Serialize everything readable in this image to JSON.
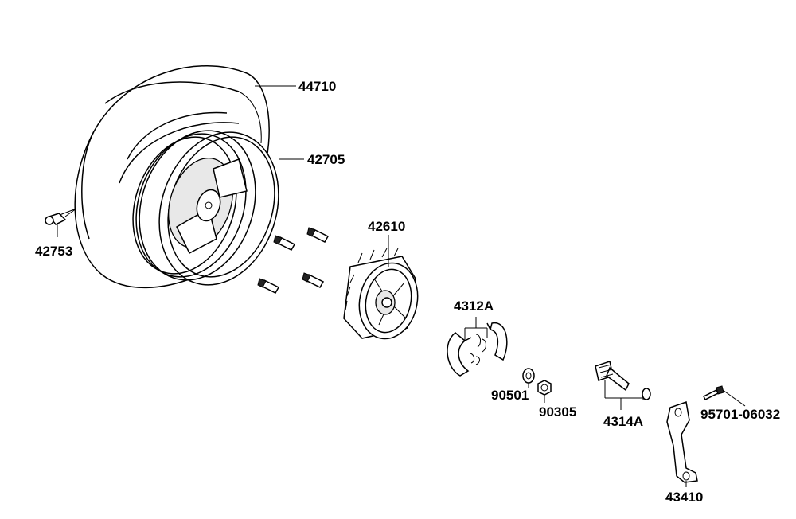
{
  "labels": {
    "tire": "44710",
    "rim": "42705",
    "valve": "42753",
    "hub": "42610",
    "brake_shoe_set": "4312A",
    "washer": "90501",
    "nut": "90305",
    "cam_shaft": "4314A",
    "bolt": "95701-06032",
    "brake_arm": "43410"
  }
}
